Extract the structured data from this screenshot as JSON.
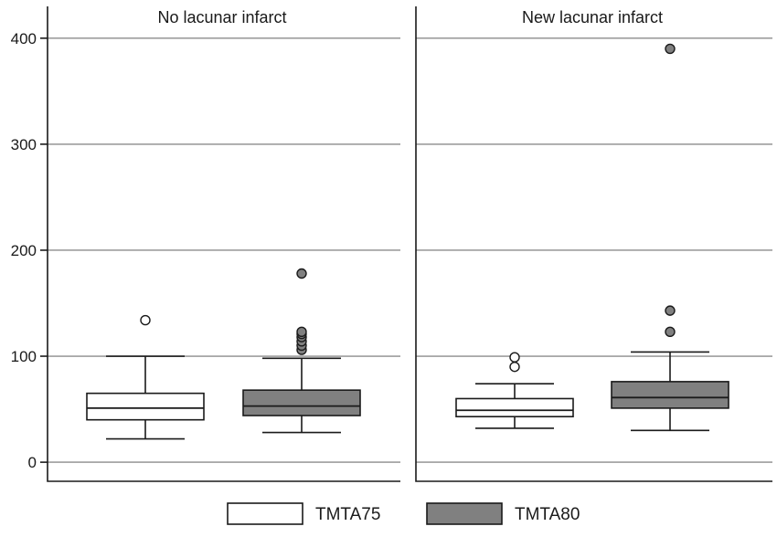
{
  "chart_data": {
    "type": "box",
    "ylim": [
      -18,
      430
    ],
    "yticks": [
      0,
      100,
      200,
      300,
      400
    ],
    "grid": true,
    "legend_position": "bottom",
    "series": [
      {
        "name": "TMTA75",
        "color": "#ffffff"
      },
      {
        "name": "TMTA80",
        "color": "#808080"
      }
    ],
    "panels": [
      {
        "title": "No lacunar infarct",
        "boxes": [
          {
            "series": "TMTA75",
            "whisker_low": 22,
            "q1": 40,
            "median": 51,
            "q3": 65,
            "whisker_high": 100,
            "outliers": [
              134
            ]
          },
          {
            "series": "TMTA80",
            "whisker_low": 28,
            "q1": 44,
            "median": 53,
            "q3": 68,
            "whisker_high": 98,
            "outliers": [
              106,
              110,
              114,
              118,
              121,
              123,
              178
            ]
          }
        ]
      },
      {
        "title": "New lacunar infarct",
        "boxes": [
          {
            "series": "TMTA75",
            "whisker_low": 32,
            "q1": 43,
            "median": 49,
            "q3": 60,
            "whisker_high": 74,
            "outliers": [
              90,
              99
            ]
          },
          {
            "series": "TMTA80",
            "whisker_low": 30,
            "q1": 51,
            "median": 61,
            "q3": 76,
            "whisker_high": 104,
            "outliers": [
              123,
              143,
              390
            ]
          }
        ]
      }
    ]
  }
}
